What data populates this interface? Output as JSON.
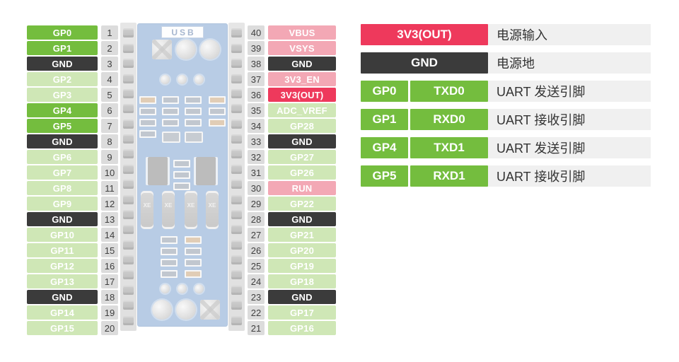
{
  "board": {
    "usb_label": "USB",
    "crystal_label": "XE"
  },
  "colors": {
    "active_gpio_green": "#74bd3e",
    "inactive_gpio_green": "#cfe7b6",
    "ground_dark": "#3b3b3b",
    "inactive_power_pink": "#f3a8b5",
    "active_power_red": "#ee395c",
    "pin_number_bg": "#dcdcdc",
    "legend_desc_bg": "#f0f0f0",
    "pcb_blue": "#7fa3cf"
  },
  "left_pins": [
    {
      "num": "1",
      "label": "GP0",
      "type": "active-gpio"
    },
    {
      "num": "2",
      "label": "GP1",
      "type": "active-gpio"
    },
    {
      "num": "3",
      "label": "GND",
      "type": "ground"
    },
    {
      "num": "4",
      "label": "GP2",
      "type": "gpio"
    },
    {
      "num": "5",
      "label": "GP3",
      "type": "gpio"
    },
    {
      "num": "6",
      "label": "GP4",
      "type": "active-gpio"
    },
    {
      "num": "7",
      "label": "GP5",
      "type": "active-gpio"
    },
    {
      "num": "8",
      "label": "GND",
      "type": "ground"
    },
    {
      "num": "9",
      "label": "GP6",
      "type": "gpio"
    },
    {
      "num": "10",
      "label": "GP7",
      "type": "gpio"
    },
    {
      "num": "11",
      "label": "GP8",
      "type": "gpio"
    },
    {
      "num": "12",
      "label": "GP9",
      "type": "gpio"
    },
    {
      "num": "13",
      "label": "GND",
      "type": "ground"
    },
    {
      "num": "14",
      "label": "GP10",
      "type": "gpio"
    },
    {
      "num": "15",
      "label": "GP11",
      "type": "gpio"
    },
    {
      "num": "16",
      "label": "GP12",
      "type": "gpio"
    },
    {
      "num": "17",
      "label": "GP13",
      "type": "gpio"
    },
    {
      "num": "18",
      "label": "GND",
      "type": "ground"
    },
    {
      "num": "19",
      "label": "GP14",
      "type": "gpio"
    },
    {
      "num": "20",
      "label": "GP15",
      "type": "gpio"
    }
  ],
  "right_pins": [
    {
      "num": "40",
      "label": "VBUS",
      "type": "power"
    },
    {
      "num": "39",
      "label": "VSYS",
      "type": "power"
    },
    {
      "num": "38",
      "label": "GND",
      "type": "ground"
    },
    {
      "num": "37",
      "label": "3V3_EN",
      "type": "power"
    },
    {
      "num": "36",
      "label": "3V3(OUT)",
      "type": "active-power"
    },
    {
      "num": "35",
      "label": "ADC_VREF",
      "type": "gpio"
    },
    {
      "num": "34",
      "label": "GP28",
      "type": "gpio"
    },
    {
      "num": "33",
      "label": "GND",
      "type": "ground"
    },
    {
      "num": "32",
      "label": "GP27",
      "type": "gpio"
    },
    {
      "num": "31",
      "label": "GP26",
      "type": "gpio"
    },
    {
      "num": "30",
      "label": "RUN",
      "type": "power"
    },
    {
      "num": "29",
      "label": "GP22",
      "type": "gpio"
    },
    {
      "num": "28",
      "label": "GND",
      "type": "ground"
    },
    {
      "num": "27",
      "label": "GP21",
      "type": "gpio"
    },
    {
      "num": "26",
      "label": "GP20",
      "type": "gpio"
    },
    {
      "num": "25",
      "label": "GP19",
      "type": "gpio"
    },
    {
      "num": "24",
      "label": "GP18",
      "type": "gpio"
    },
    {
      "num": "23",
      "label": "GND",
      "type": "ground"
    },
    {
      "num": "22",
      "label": "GP17",
      "type": "gpio"
    },
    {
      "num": "21",
      "label": "GP16",
      "type": "gpio"
    }
  ],
  "legend": [
    {
      "pin": "3V3(OUT)",
      "func": null,
      "desc": "电源输入",
      "type": "active-power"
    },
    {
      "pin": "GND",
      "func": null,
      "desc": "电源地",
      "type": "ground"
    },
    {
      "pin": "GP0",
      "func": "TXD0",
      "desc": "UART 发送引脚",
      "type": "active-gpio"
    },
    {
      "pin": "GP1",
      "func": "RXD0",
      "desc": "UART 接收引脚",
      "type": "active-gpio"
    },
    {
      "pin": "GP4",
      "func": "TXD1",
      "desc": "UART 发送引脚",
      "type": "active-gpio"
    },
    {
      "pin": "GP5",
      "func": "RXD1",
      "desc": "UART 接收引脚",
      "type": "active-gpio"
    }
  ]
}
